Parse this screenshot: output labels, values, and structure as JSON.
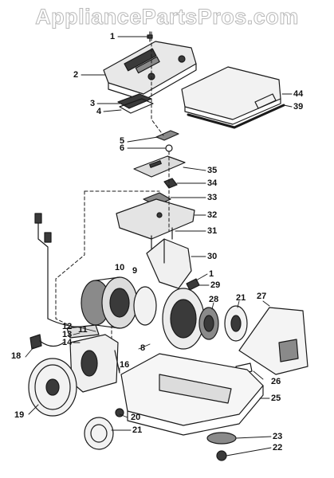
{
  "watermark": "AppliancePartsPros.com",
  "labels": {
    "l1": "1",
    "l2": "2",
    "l3": "3",
    "l4": "4",
    "l5": "5",
    "l6": "6",
    "l44": "44",
    "l39": "39",
    "l35": "35",
    "l34": "34",
    "l33": "33",
    "l32": "32",
    "l31": "31",
    "l30": "30",
    "l10": "10",
    "l9": "9",
    "l1b": "1",
    "l29": "29",
    "l28": "28",
    "l21a": "21",
    "l27": "27",
    "l12": "12",
    "l13": "13",
    "l14": "14",
    "l18": "18",
    "l8": "8",
    "l11": "11",
    "l16": "16",
    "l26": "26",
    "l25": "25",
    "l19": "19",
    "l20": "20",
    "l21b": "21",
    "l23": "23",
    "l22": "22"
  },
  "colors": {
    "line": "#1a1a1a",
    "fill_dark": "#3a3a3a",
    "fill_mid": "#8a8a8a",
    "watermark": "#b9b9b9"
  }
}
